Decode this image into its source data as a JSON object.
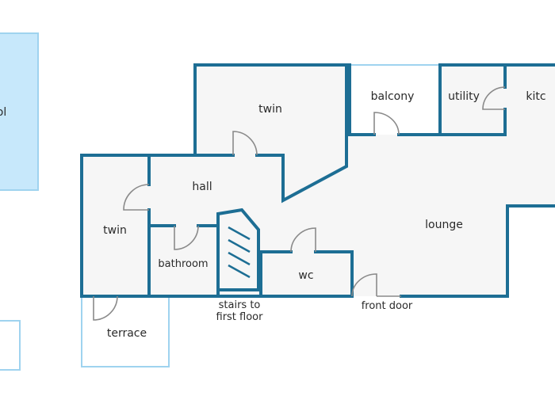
{
  "colors": {
    "wall": "#1d6e94",
    "outline_light": "#9fd3ef",
    "pool_fill": "#c7e8fb",
    "floor": "#f6f6f6",
    "door": "#8a8a8a",
    "text": "#2a2a2a"
  },
  "rooms": {
    "pool": "ol",
    "twin_upper": "twin",
    "balcony": "balcony",
    "utility": "utility",
    "kitchen": "kitc",
    "hall": "hall",
    "twin_left": "twin",
    "lounge": "lounge",
    "bathroom": "bathroom",
    "wc": "wc",
    "terrace": "terrace"
  },
  "stairs": {
    "line1": "stairs to",
    "line2": "first floor"
  },
  "front_door": "front door"
}
